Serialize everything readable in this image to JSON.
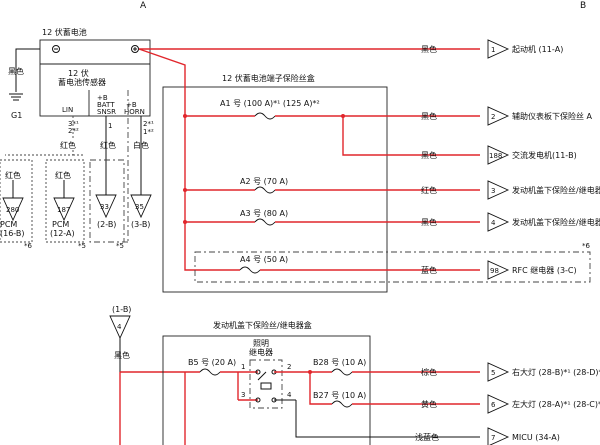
{
  "markers": {
    "a": "A",
    "b": "B"
  },
  "battery": {
    "label": "12 伏蓄电池",
    "sensor_line1": "12 伏",
    "sensor_line2": "蓄电池传感器",
    "ground_color": "黑色",
    "ground": "G1",
    "pins": {
      "lin": "LIN",
      "batt_plus": "+B",
      "batt": "BATT",
      "snsr": "SNSR",
      "horn_plus": "+B",
      "horn": "HORN"
    },
    "lin_pins": "3*¹",
    "lin_pins2": "2*²",
    "lin_color": "红色",
    "snsr_pin": "1",
    "snsr_color": "红色",
    "horn_pins": "2*¹",
    "horn_pins2": "1*²",
    "horn_color": "白色"
  },
  "left_connectors": [
    {
      "color": "红色",
      "pin": "280",
      "name": "PCM",
      "ref": "(16-B)",
      "note": "*6"
    },
    {
      "color": "红色",
      "pin": "187",
      "name": "PCM",
      "ref": "(12-A)",
      "note": "*5"
    },
    {
      "pin": "33",
      "ref": "(2-B)",
      "note": "*5"
    },
    {
      "pin": "35",
      "ref": "(3-B)"
    }
  ],
  "fuse_box": {
    "title": "12 伏蓄电池端子保险丝盒",
    "option_note": "*6",
    "fuses": [
      {
        "label": "A1 号 (100 A)*¹ (125 A)*²"
      },
      {
        "label": "A2 号 (70 A)"
      },
      {
        "label": "A3 号 (80 A)"
      },
      {
        "label": "A4 号 (50 A)"
      }
    ]
  },
  "outputs": [
    {
      "color": "黑色",
      "pin": "1",
      "label": "起动机 (11-A)"
    },
    {
      "color": "黑色",
      "pin": "2",
      "label": "辅助仪表板下保险丝 A"
    },
    {
      "color": "黑色",
      "pin": "188",
      "label": "交流发电机(11-B)"
    },
    {
      "color": "红色",
      "pin": "3",
      "label": "发动机盖下保险丝/继电器"
    },
    {
      "color": "黑色",
      "pin": "4",
      "label": "发动机盖下保险丝/继电器"
    },
    {
      "color": "蓝色",
      "pin": "98",
      "label": "RFC 继电器 (3-C)"
    }
  ],
  "lower": {
    "input": {
      "ref": "(1-B)",
      "pin": "4",
      "color": "黑色"
    },
    "box_title": "发动机盖下保险丝/继电器盒",
    "relay": {
      "line1": "照明",
      "line2": "继电器",
      "pins": [
        "1",
        "2",
        "3",
        "4"
      ]
    },
    "fuses": [
      {
        "label": "B5 号 (20 A)"
      },
      {
        "label": "B28 号 (10 A)"
      },
      {
        "label": "B27 号 (10 A)"
      }
    ],
    "outputs": [
      {
        "color": "棕色",
        "pin": "5",
        "label": "右大灯 (28-B)*¹ (28-D)*"
      },
      {
        "color": "黄色",
        "pin": "6",
        "label": "左大灯 (28-A)*¹ (28-C)*"
      },
      {
        "color": "浅蓝色",
        "pin": "7",
        "label": "MICU (34-A)"
      }
    ]
  }
}
